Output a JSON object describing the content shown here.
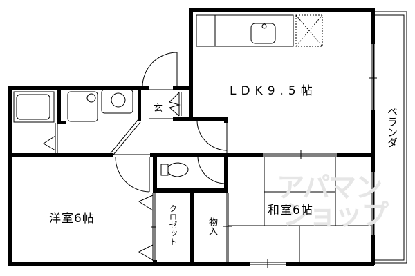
{
  "floor_plan": {
    "rooms": {
      "ldk": {
        "label": "LDK9.5帖"
      },
      "western_room": {
        "label": "洋室6帖"
      },
      "japanese_room": {
        "label": "和室6帖"
      },
      "entrance": {
        "label": "玄"
      },
      "closet": {
        "label": "クロゼット"
      },
      "storage": {
        "label": "物入"
      },
      "veranda": {
        "label": "ベランダ"
      }
    },
    "watermark": {
      "line1": "アパマン",
      "line2": "ショップ"
    },
    "colors": {
      "wall": "#000000",
      "background": "#ffffff",
      "watermark": "#e6e6e6"
    }
  }
}
